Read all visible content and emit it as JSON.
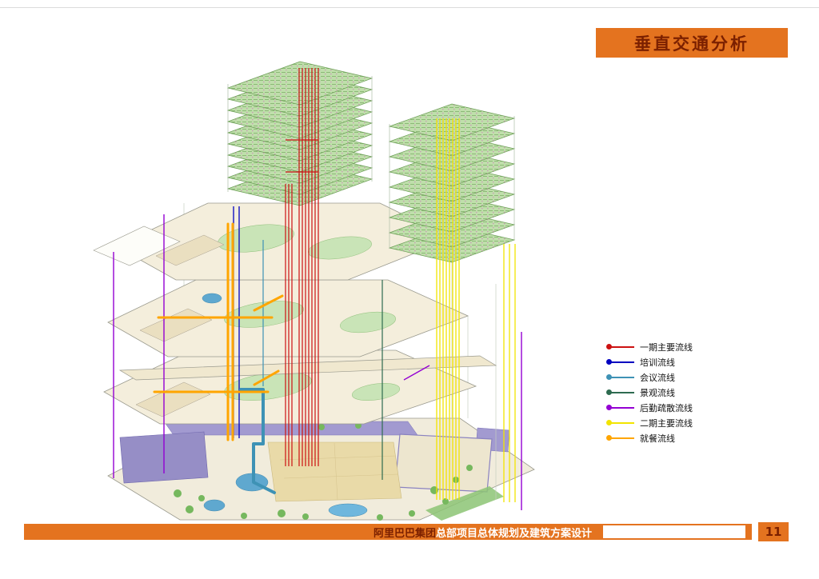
{
  "header": {
    "title": "垂直交通分析"
  },
  "colors": {
    "accent_orange": "#E4731F",
    "banner_text": "#7B2000",
    "floor_plate_green": "#BFDFAB",
    "podium_beige": "#F4EEDC",
    "site_lavender": "#968EC6"
  },
  "legend": {
    "items": [
      {
        "label": "一期主要流线",
        "color": "#CC1111"
      },
      {
        "label": "培训流线",
        "color": "#0000C0"
      },
      {
        "label": "会议流线",
        "color": "#3E92B5"
      },
      {
        "label": "景观流线",
        "color": "#2E6B50"
      },
      {
        "label": "后勤疏散流线",
        "color": "#9400D3"
      },
      {
        "label": "二期主要流线",
        "color": "#F2E400"
      },
      {
        "label": "就餐流线",
        "color": "#FFA500"
      }
    ]
  },
  "footer": {
    "brand": "阿里巴巴集团",
    "title_rest": "总部项目总体规划及建筑方案设计",
    "page_number": "11"
  }
}
